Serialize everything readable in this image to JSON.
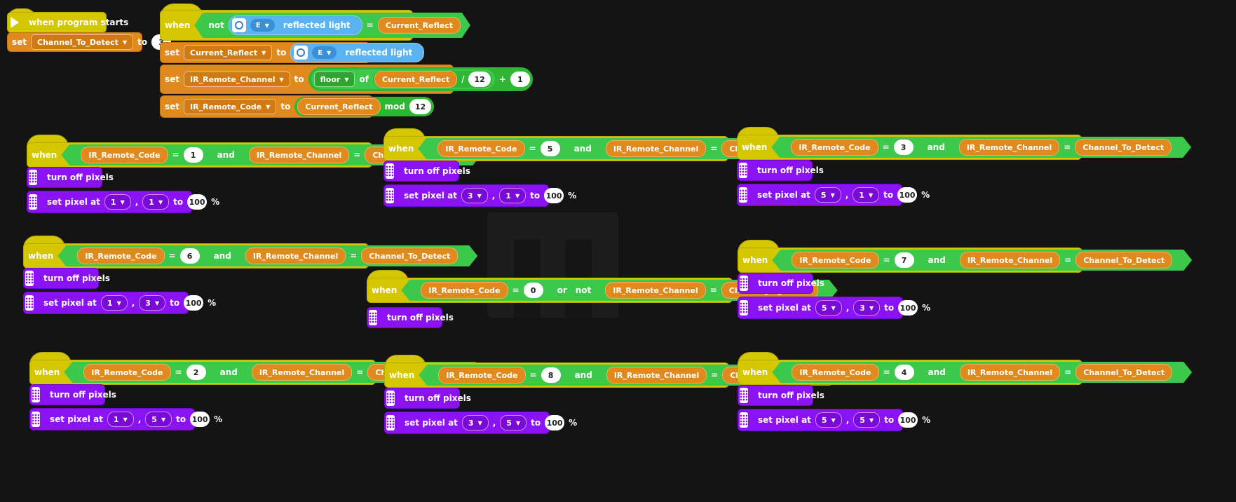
{
  "events": {
    "start": "when program starts",
    "when": "when"
  },
  "ops": {
    "not": "not",
    "and": "and",
    "or": "or",
    "of": "of",
    "mod": "mod",
    "to": "to",
    "set": "set",
    "eq": "=",
    "div": "/",
    "plus": "+",
    "comma": ",",
    "pct": "%"
  },
  "vars": {
    "channel_to_detect": "Channel_To_Detect",
    "current_reflect": "Current_Reflect",
    "ir_remote_channel": "IR_Remote_Channel",
    "ir_remote_code": "IR_Remote_Code"
  },
  "sensor": {
    "port": "E",
    "label": "reflected light"
  },
  "floor": "floor",
  "nums": {
    "three": "3",
    "twelve": "12",
    "one": "1"
  },
  "pixels": {
    "off": "turn off pixels",
    "set": "set pixel at"
  },
  "colors": {
    "event": "#d4c600",
    "variable": "#e08a1e",
    "operator": "#2fb633",
    "display": "#8b12f3",
    "sensor": "#5ab3f0",
    "background": "#141414"
  },
  "handlers": [
    {
      "code": "1",
      "x": "1",
      "y": "1",
      "b": "100"
    },
    {
      "code": "5",
      "x": "3",
      "y": "1",
      "b": "100"
    },
    {
      "code": "3",
      "x": "5",
      "y": "1",
      "b": "100"
    },
    {
      "code": "6",
      "x": "1",
      "y": "3",
      "b": "100"
    },
    {
      "code": "0"
    },
    {
      "code": "7",
      "x": "5",
      "y": "3",
      "b": "100"
    },
    {
      "code": "2",
      "x": "1",
      "y": "5",
      "b": "100"
    },
    {
      "code": "8",
      "x": "3",
      "y": "5",
      "b": "100"
    },
    {
      "code": "4",
      "x": "5",
      "y": "5",
      "b": "100"
    }
  ]
}
